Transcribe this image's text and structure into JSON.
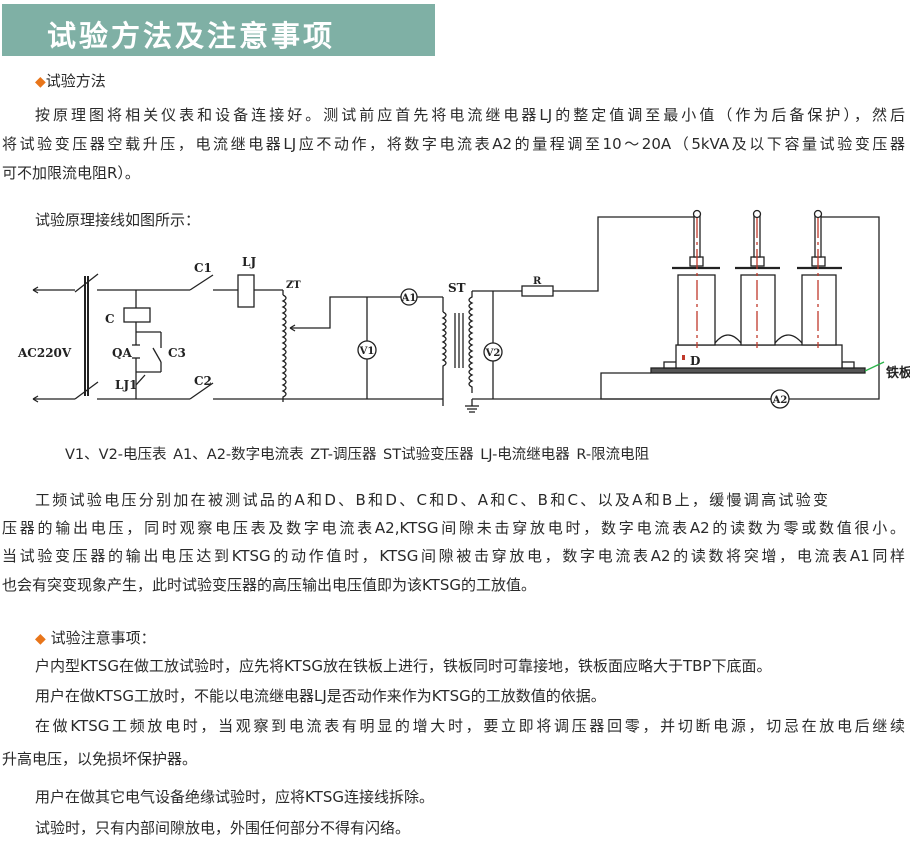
{
  "header": {
    "title": "试验方法及注意事项"
  },
  "section1": {
    "heading": "试验方法",
    "lines": [
      "按原理图将相关仪表和设备连接好。测试前应首先将电流继电器LJ的整定值调至最小值（作为后备保护），然后",
      "将试验变压器空载升压，电流继电器LJ应不动作，将数字电流表A2的量程调至10～20A（5kVA及以下容量试验变压器",
      "可不加限流电阻R）。"
    ],
    "diagram_intro": "试验原理接线如图所示："
  },
  "diagram": {
    "labels": {
      "source": "AC220V",
      "c1": "C1",
      "lj": "LJ",
      "zt": "ZT",
      "c": "C",
      "qa": "QA",
      "c3": "C3",
      "lj1": "LJ1",
      "c2": "C2",
      "a1": "A1",
      "v1": "V1",
      "st": "ST",
      "r": "R",
      "v2": "V2",
      "d": "D",
      "a2": "A2",
      "plate": "铁板"
    },
    "caption": "V1、V2-电压表 A1、A2-数字电流表  ZT-调压器  ST试验变压器  LJ-电流继电器  R-限流电阻"
  },
  "section2": {
    "lines": [
      "工频试验电压分别加在被测试品的A和D、B和D、C和D、A和C、B和C、以及A和B上，缓慢调高试验变",
      "压器的输出电压，同时观察电压表及数字电流表A2,KTSG间隙未击穿放电时，数字电流表A2的读数为零或数值很小。",
      "当试验变压器的输出电压达到KTSG的动作值时，KTSG间隙被击穿放电，数字电流表A2的读数将突增，电流表A1同样",
      "也会有突变现象产生，此时试验变压器的高压输出电压值即为该KTSG的工放值。"
    ]
  },
  "section3": {
    "heading": "试验注意事项：",
    "lines": [
      "户内型KTSG在做工放试验时，应先将KTSG放在铁板上进行，铁板同时可靠接地，铁板面应略大于TBP下底面。",
      "用户在做KTSG工放时，不能以电流继电器LJ是否动作来作为KTSG的工放数值的依据。",
      "在做KTSG工频放电时，当观察到电流表有明显的增大时，要立即将调压器回零，并切断电源，切忌在放电后继续",
      "升高电压，以免损坏保护器。",
      "用户在做其它电气设备绝缘试验时，应将KTSG连接线拆除。",
      "试验时，只有内部间隙放电，外围任何部分不得有闪络。"
    ]
  },
  "colors": {
    "header_bg": "#7fb0a5",
    "bullet": "#e8751a",
    "red_axis": "#c0392b",
    "plate_lead": "#2bb34a"
  }
}
